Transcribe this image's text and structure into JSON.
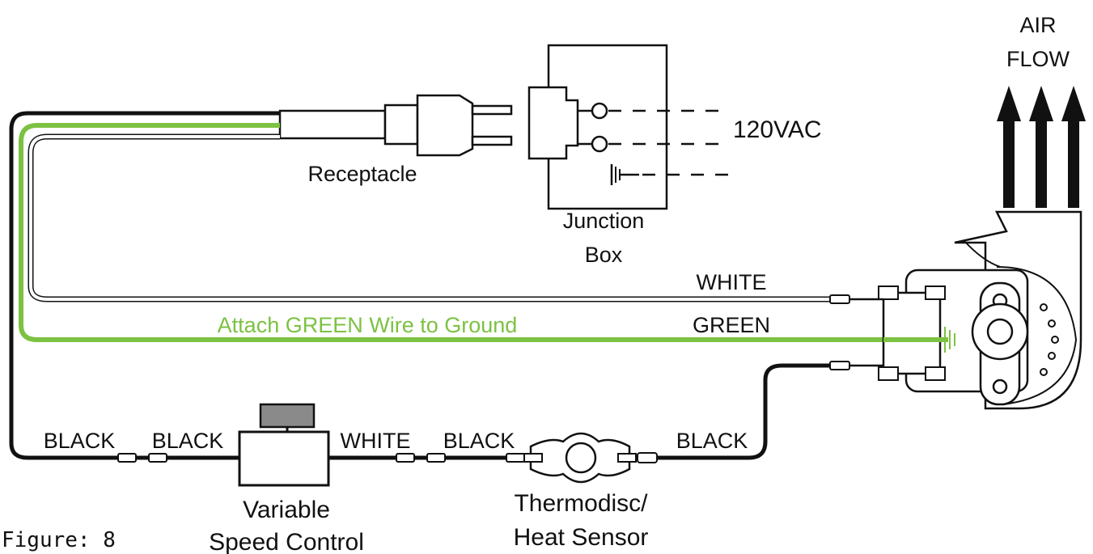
{
  "labels": {
    "air_flow_1": "AIR",
    "air_flow_2": "FLOW",
    "voltage": "120VAC",
    "receptacle": "Receptacle",
    "junction_box_1": "Junction",
    "junction_box_2": "Box",
    "white_wire": "WHITE",
    "green_wire": "GREEN",
    "green_note": "Attach GREEN Wire to Ground",
    "black_1": "BLACK",
    "black_2": "BLACK",
    "white_2": "WHITE",
    "black_3": "BLACK",
    "black_4": "BLACK",
    "speed_control_1": "Variable",
    "speed_control_2": "Speed Control",
    "thermodisc_1": "Thermodisc/",
    "thermodisc_2": "Heat Sensor",
    "figure": "Figure: 8"
  },
  "colors": {
    "black_wire": "#111111",
    "green_wire": "#7cc242",
    "white_wire": "#ffffff",
    "control_knob": "#8a8a8a"
  }
}
